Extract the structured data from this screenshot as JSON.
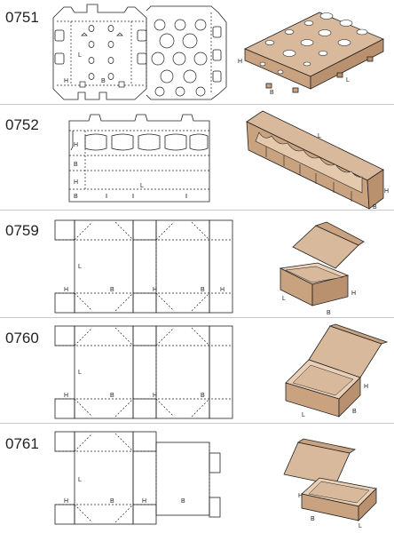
{
  "catalog": {
    "rows": [
      {
        "code": "0751",
        "dims": {
          "h": "H",
          "b": "B",
          "l": "L"
        }
      },
      {
        "code": "0752",
        "dims": {
          "h": "H",
          "b": "B",
          "l": "L"
        }
      },
      {
        "code": "0759",
        "dims": {
          "h": "H",
          "b": "B",
          "l": "L"
        }
      },
      {
        "code": "0760",
        "dims": {
          "h": "H",
          "b": "B",
          "l": "L"
        }
      },
      {
        "code": "0761",
        "dims": {
          "h": "H",
          "b": "B",
          "l": "L"
        }
      }
    ]
  },
  "colors": {
    "board_face": "#d9b99b",
    "board_edge": "#c9a27f",
    "board_dark": "#b9916e",
    "line": "#222222",
    "separator": "#c8c8c8"
  }
}
